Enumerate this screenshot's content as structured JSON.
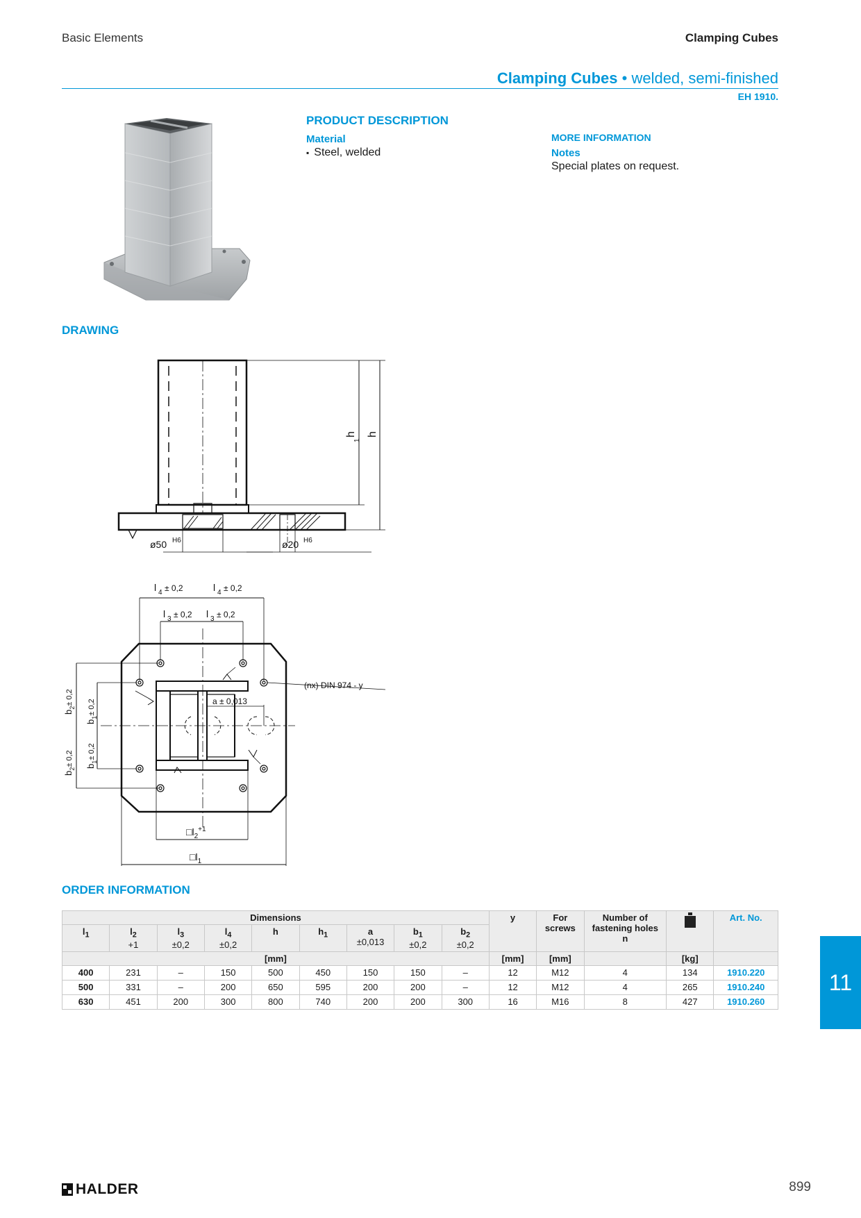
{
  "header": {
    "left": "Basic Elements",
    "right": "Clamping Cubes"
  },
  "title": {
    "main": "Clamping Cubes",
    "bullet": "•",
    "sub": "welded, semi-finished",
    "code": "EH 1910."
  },
  "description": {
    "heading": "PRODUCT DESCRIPTION",
    "material_label": "Material",
    "material_items": [
      "Steel, welded"
    ],
    "more_heading": "MORE INFORMATION",
    "notes_label": "Notes",
    "notes_text": "Special plates on request."
  },
  "drawing": {
    "heading": "DRAWING",
    "labels": {
      "h1": "h",
      "h1_sub": "1",
      "h": "h",
      "d50": "ø50",
      "d50_tol": "H6",
      "d20": "ø20",
      "d20_tol": "H6",
      "l4a": "l",
      "l4a_sub": "4",
      "l4a_tol": "± 0,2",
      "l4b": "l",
      "l4b_sub": "4",
      "l4b_tol": "± 0,2",
      "l3a": "l",
      "l3a_sub": "3",
      "l3a_tol": "± 0,2",
      "l3b": "l",
      "l3b_sub": "3",
      "l3b_tol": "± 0,2",
      "din": "(nx) DIN 974 - y",
      "a": "a ± 0,013",
      "b2a": "b",
      "b2a_sub": "2",
      "b2a_tol": "± 0,2",
      "b1a": "b",
      "b1a_sub": "1",
      "b1a_tol": "± 0,2",
      "b1b": "b",
      "b1b_sub": "1",
      "b1b_tol": "± 0,2",
      "b2b": "b",
      "b2b_sub": "2",
      "b2b_tol": "± 0,2",
      "l2": "□l",
      "l2_sub": "2",
      "l2_tol": "+1",
      "l1": "□l",
      "l1_sub": "1"
    }
  },
  "order": {
    "heading": "ORDER INFORMATION",
    "group_dimensions": "Dimensions",
    "columns": [
      {
        "name": "l",
        "sub": "1",
        "tol": ""
      },
      {
        "name": "l",
        "sub": "2",
        "tol": "+1"
      },
      {
        "name": "l",
        "sub": "3",
        "tol": "±0,2"
      },
      {
        "name": "l",
        "sub": "4",
        "tol": "±0,2"
      },
      {
        "name": "h",
        "sub": "",
        "tol": ""
      },
      {
        "name": "h",
        "sub": "1",
        "tol": ""
      },
      {
        "name": "a",
        "sub": "",
        "tol": "±0,013"
      },
      {
        "name": "b",
        "sub": "1",
        "tol": "±0,2"
      },
      {
        "name": "b",
        "sub": "2",
        "tol": "±0,2"
      }
    ],
    "col_y": "y",
    "col_screws": "For screws",
    "col_holes": "Number of fastening holes",
    "col_holes_n": "n",
    "weight_icon": "weight-icon",
    "col_art": "Art. No.",
    "unit_mm": "[mm]",
    "unit_y": "[mm]",
    "unit_screws": "[mm]",
    "unit_kg": "[kg]",
    "rows": [
      [
        "400",
        "231",
        "–",
        "150",
        "500",
        "450",
        "150",
        "150",
        "–",
        "12",
        "M12",
        "4",
        "134",
        "1910.220"
      ],
      [
        "500",
        "331",
        "–",
        "200",
        "650",
        "595",
        "200",
        "200",
        "–",
        "12",
        "M12",
        "4",
        "265",
        "1910.240"
      ],
      [
        "630",
        "451",
        "200",
        "300",
        "800",
        "740",
        "200",
        "200",
        "300",
        "16",
        "M16",
        "8",
        "427",
        "1910.260"
      ]
    ]
  },
  "side_tab": "11",
  "page_number": "899",
  "logo": {
    "text": "HALDER",
    "icon": "halder-logo-icon"
  }
}
